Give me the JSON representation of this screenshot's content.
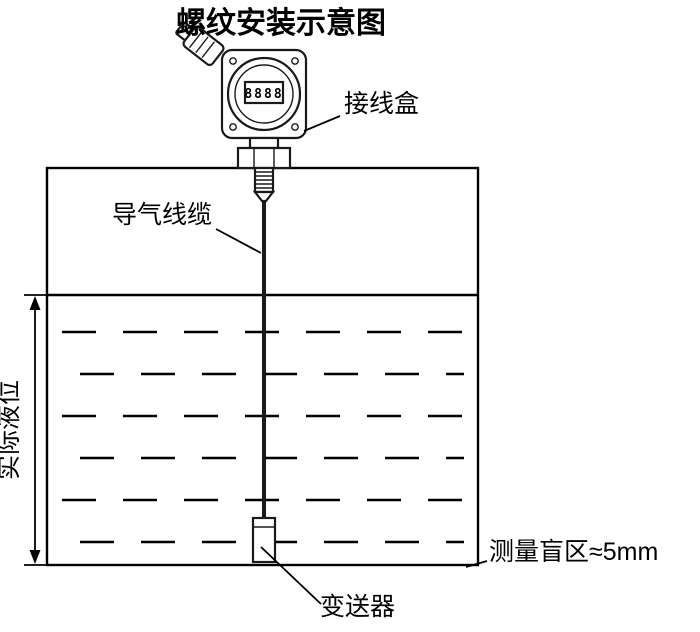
{
  "diagram": {
    "title": "螺纹安装示意图",
    "display_value": "8888",
    "labels": {
      "junction_box": "接线盒",
      "air_cable": "导气线缆",
      "actual_level": "实际液位",
      "blind_zone": "测量盲区≈5mm",
      "transmitter": "变送器"
    },
    "colors": {
      "line": "#000000",
      "background": "#ffffff"
    }
  }
}
